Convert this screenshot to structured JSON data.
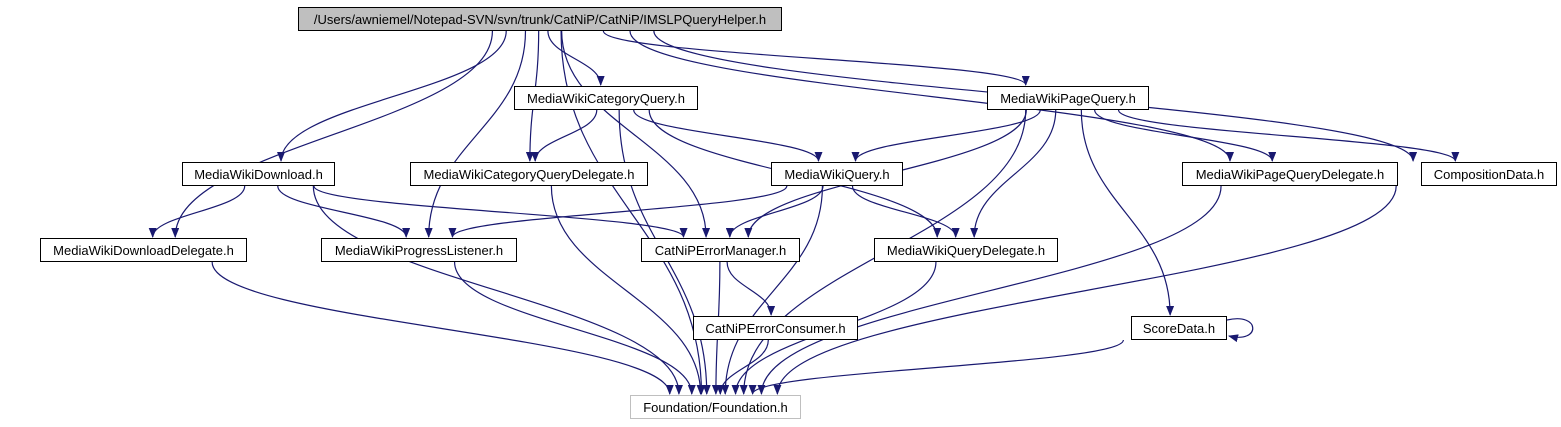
{
  "graph": {
    "edge_color": "#191970",
    "root_fill": "#bfbfbf",
    "external_border": "#bfbfbf",
    "nodes": {
      "root": "/Users/awniemel/Notepad-SVN/svn/trunk/CatNiP/CatNiP/IMSLPQueryHelper.h",
      "category_query": "MediaWikiCategoryQuery.h",
      "page_query": "MediaWikiPageQuery.h",
      "download": "MediaWikiDownload.h",
      "category_query_delegate": "MediaWikiCategoryQueryDelegate.h",
      "query": "MediaWikiQuery.h",
      "page_query_delegate": "MediaWikiPageQueryDelegate.h",
      "composition_data": "CompositionData.h",
      "download_delegate": "MediaWikiDownloadDelegate.h",
      "progress_listener": "MediaWikiProgressListener.h",
      "error_manager": "CatNiPErrorManager.h",
      "query_delegate": "MediaWikiQueryDelegate.h",
      "error_consumer": "CatNiPErrorConsumer.h",
      "score_data": "ScoreData.h",
      "foundation": "Foundation/Foundation.h"
    },
    "edges": [
      [
        "root",
        "foundation"
      ],
      [
        "root",
        "download_delegate"
      ],
      [
        "root",
        "download"
      ],
      [
        "root",
        "progress_listener"
      ],
      [
        "root",
        "category_query_delegate"
      ],
      [
        "root",
        "category_query"
      ],
      [
        "root",
        "error_manager"
      ],
      [
        "root",
        "page_query"
      ],
      [
        "root",
        "page_query_delegate"
      ],
      [
        "root",
        "composition_data"
      ],
      [
        "category_query",
        "category_query_delegate"
      ],
      [
        "category_query",
        "query"
      ],
      [
        "category_query",
        "query_delegate"
      ],
      [
        "category_query",
        "foundation"
      ],
      [
        "page_query",
        "query"
      ],
      [
        "page_query",
        "error_manager"
      ],
      [
        "page_query",
        "query_delegate"
      ],
      [
        "page_query",
        "page_query_delegate"
      ],
      [
        "page_query",
        "composition_data"
      ],
      [
        "page_query",
        "score_data"
      ],
      [
        "page_query",
        "foundation"
      ],
      [
        "download",
        "download_delegate"
      ],
      [
        "download",
        "progress_listener"
      ],
      [
        "download",
        "error_manager"
      ],
      [
        "download",
        "foundation"
      ],
      [
        "query",
        "progress_listener"
      ],
      [
        "query",
        "error_manager"
      ],
      [
        "query",
        "query_delegate"
      ],
      [
        "query",
        "foundation"
      ],
      [
        "category_query_delegate",
        "foundation"
      ],
      [
        "page_query_delegate",
        "foundation"
      ],
      [
        "composition_data",
        "foundation"
      ],
      [
        "download_delegate",
        "foundation"
      ],
      [
        "progress_listener",
        "foundation"
      ],
      [
        "error_manager",
        "error_consumer"
      ],
      [
        "error_manager",
        "foundation"
      ],
      [
        "query_delegate",
        "foundation"
      ],
      [
        "error_consumer",
        "foundation"
      ],
      [
        "score_data",
        "score_data"
      ],
      [
        "score_data",
        "foundation"
      ]
    ]
  }
}
